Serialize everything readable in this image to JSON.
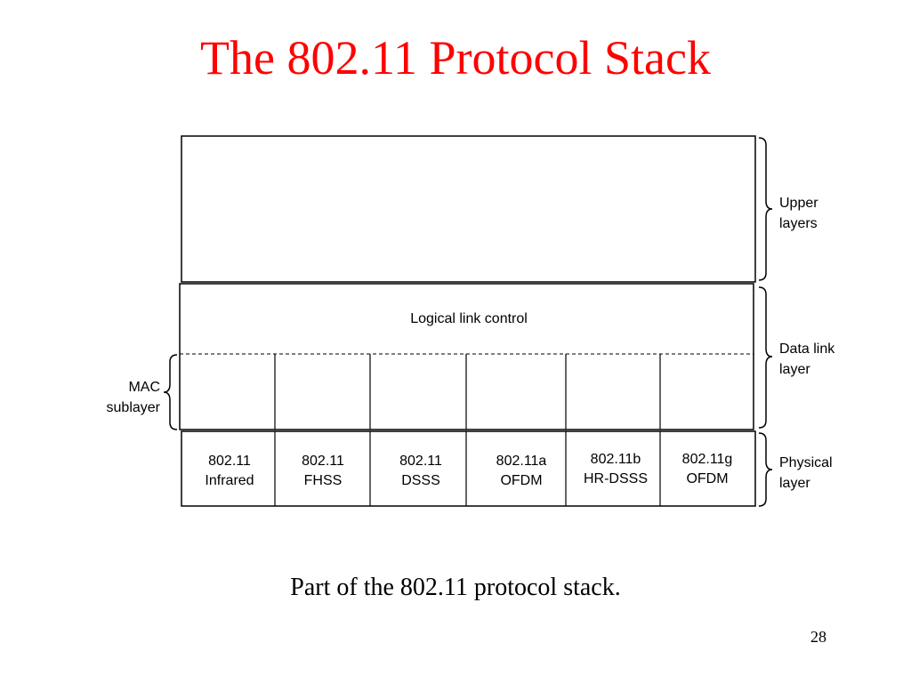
{
  "title": "The 802.11 Protocol Stack",
  "caption": "Part of the 802.11 protocol stack.",
  "page_number": "28",
  "diagram": {
    "llc_label": "Logical link control",
    "mac_label": [
      "MAC",
      "sublayer"
    ],
    "upper_label": [
      "Upper",
      "layers"
    ],
    "datalink_label": [
      "Data link",
      "layer"
    ],
    "physical_label": [
      "Physical",
      "layer"
    ],
    "phy_cells": [
      [
        "802.11",
        "Infrared"
      ],
      [
        "802.11",
        "FHSS"
      ],
      [
        "802.11",
        "DSSS"
      ],
      [
        "802.11a",
        "OFDM"
      ],
      [
        "802.11b",
        "HR-DSSS"
      ],
      [
        "802.11g",
        "OFDM"
      ]
    ]
  }
}
